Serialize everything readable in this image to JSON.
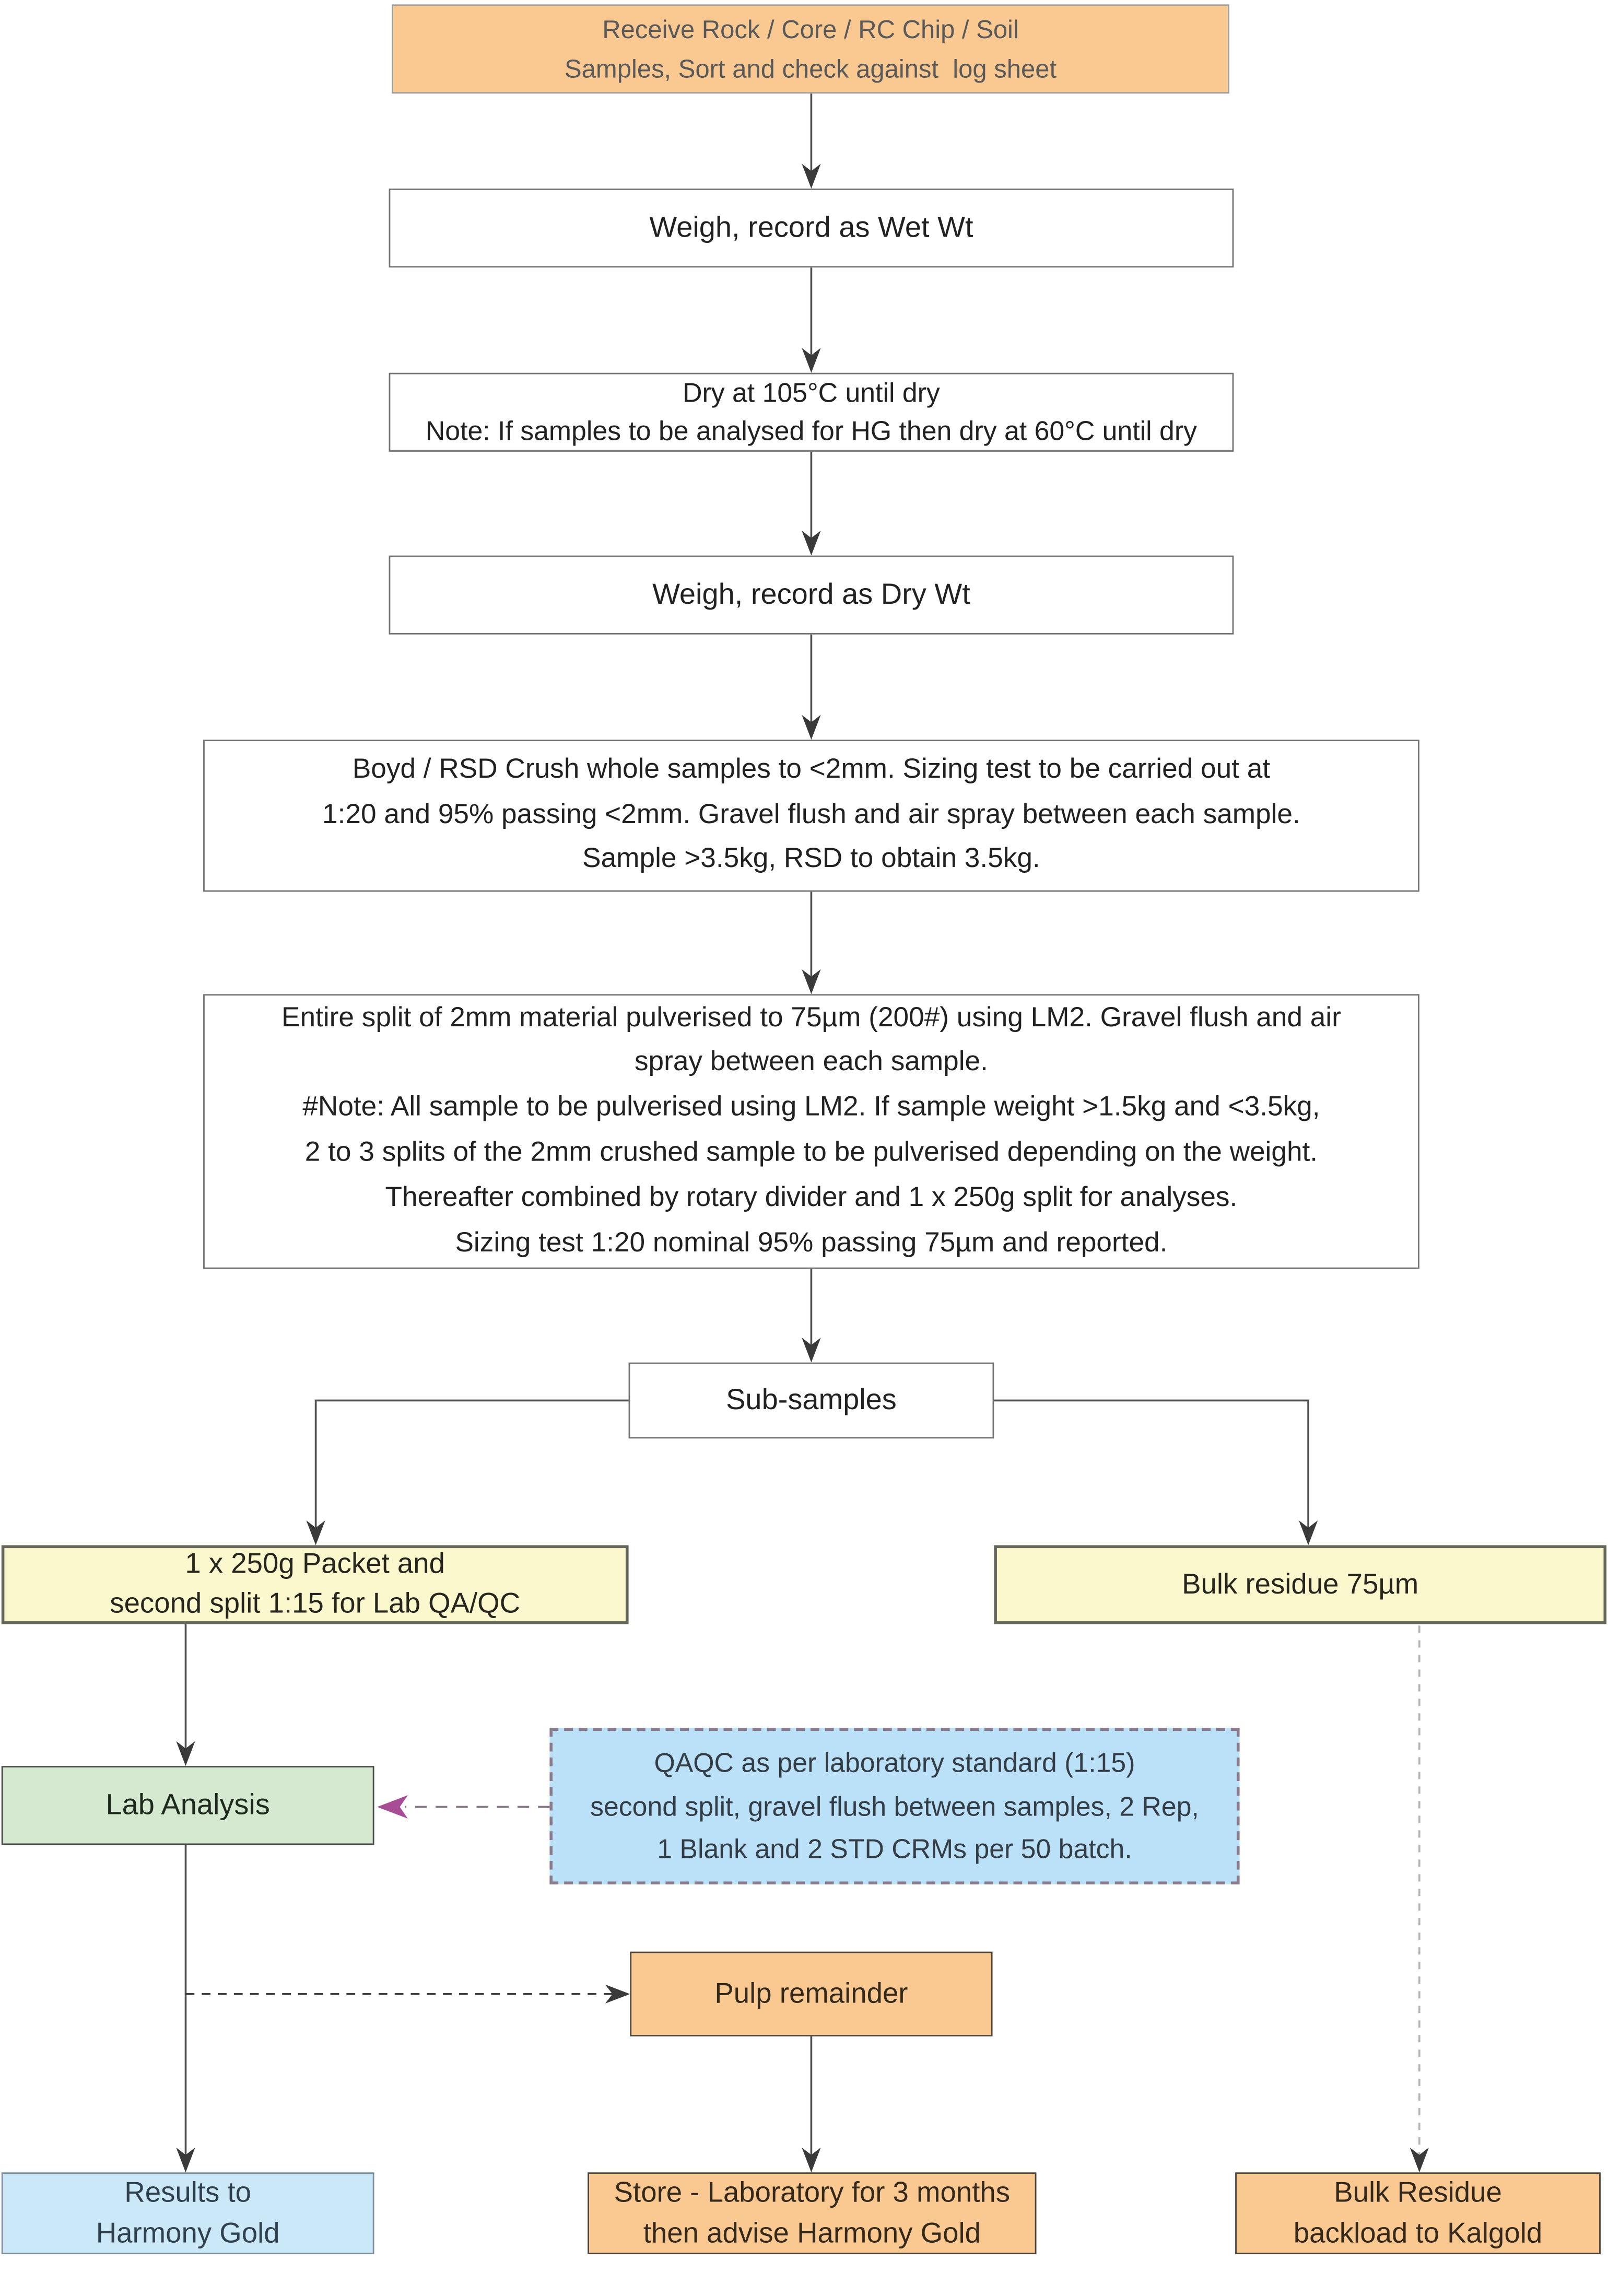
{
  "flowchart": {
    "nodes": {
      "receive": {
        "lines": [
          "Receive Rock / Core / RC Chip / Soil",
          "Samples, Sort and check against  log sheet"
        ]
      },
      "weigh_wet": {
        "label": "Weigh, record as Wet Wt"
      },
      "dry": {
        "lines": [
          "Dry at 105°C until dry",
          "Note: If samples to be analysed for HG then dry at 60°C until dry"
        ]
      },
      "weigh_dry": {
        "label": "Weigh, record as Dry Wt"
      },
      "crush": {
        "lines": [
          "Boyd / RSD Crush whole samples to <2mm. Sizing test to be carried out at",
          "1:20 and 95% passing <2mm. Gravel flush and air spray between each sample.",
          "Sample >3.5kg, RSD to obtain 3.5kg."
        ]
      },
      "pulverise": {
        "lines": [
          "Entire split of 2mm material pulverised to 75µm (200#) using LM2. Gravel flush and air",
          "spray between each sample.",
          "#Note: All sample to be pulverised using LM2. If sample weight >1.5kg and <3.5kg,",
          "2 to 3 splits of the 2mm crushed sample to be pulverised depending on the weight.",
          "Thereafter combined by rotary divider and 1 x 250g split for analyses.",
          "Sizing test 1:20 nominal 95% passing 75µm and reported."
        ]
      },
      "sub_samples": {
        "label": "Sub-samples"
      },
      "packet": {
        "lines": [
          "1 x 250g Packet and",
          "second split 1:15 for Lab QA/QC"
        ]
      },
      "bulk_residue": {
        "label": "Bulk residue 75µm"
      },
      "lab_analysis": {
        "label": "Lab Analysis"
      },
      "qaqc": {
        "lines": [
          "QAQC as per laboratory standard (1:15)",
          "second split, gravel flush between samples, 2 Rep,",
          "1 Blank and 2 STD CRMs per 50 batch."
        ]
      },
      "pulp_remainder": {
        "label": "Pulp remainder"
      },
      "results": {
        "lines": [
          "Results to",
          "Harmony Gold"
        ]
      },
      "store": {
        "lines": [
          "Store - Laboratory for 3 months",
          "then advise Harmony Gold"
        ]
      },
      "backload": {
        "lines": [
          "Bulk Residue",
          "backload to Kalgold"
        ]
      }
    },
    "colors": {
      "orange_fill": "#F9C991",
      "yellow_fill": "#FCF8CE",
      "green_fill": "#D5E8D0",
      "qaqc_blue_fill": "#BBE1F8",
      "results_blue_fill": "#CBE8F9",
      "line": "#4d4d4d",
      "magenta_arrowhead": "#A84C96"
    }
  }
}
